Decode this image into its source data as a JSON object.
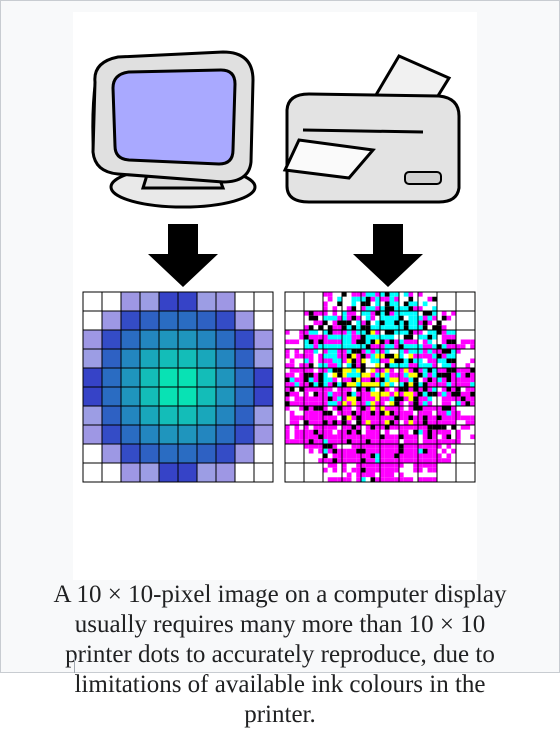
{
  "figure": {
    "caption": "A 10 × 10-pixel image on a computer display usually requires many more than 10 × 10 printer dots to accurately reproduce, due to limitations of available ink colours in the printer.",
    "icons": [
      "computer-monitor-icon",
      "printer-icon",
      "arrow-down-icon"
    ],
    "grid": {
      "rows": 10,
      "cols": 10
    },
    "colors": {
      "monitor_screen": "#a9a9ff",
      "device_fill": "#ececec",
      "outline": "#000000",
      "center_pixel": "#00ffb0",
      "edge_pixel": "#3c2fc9",
      "ink_cyan": "#00ffff",
      "ink_magenta": "#ff00ff",
      "ink_yellow": "#ffff00",
      "ink_black": "#000000"
    }
  }
}
